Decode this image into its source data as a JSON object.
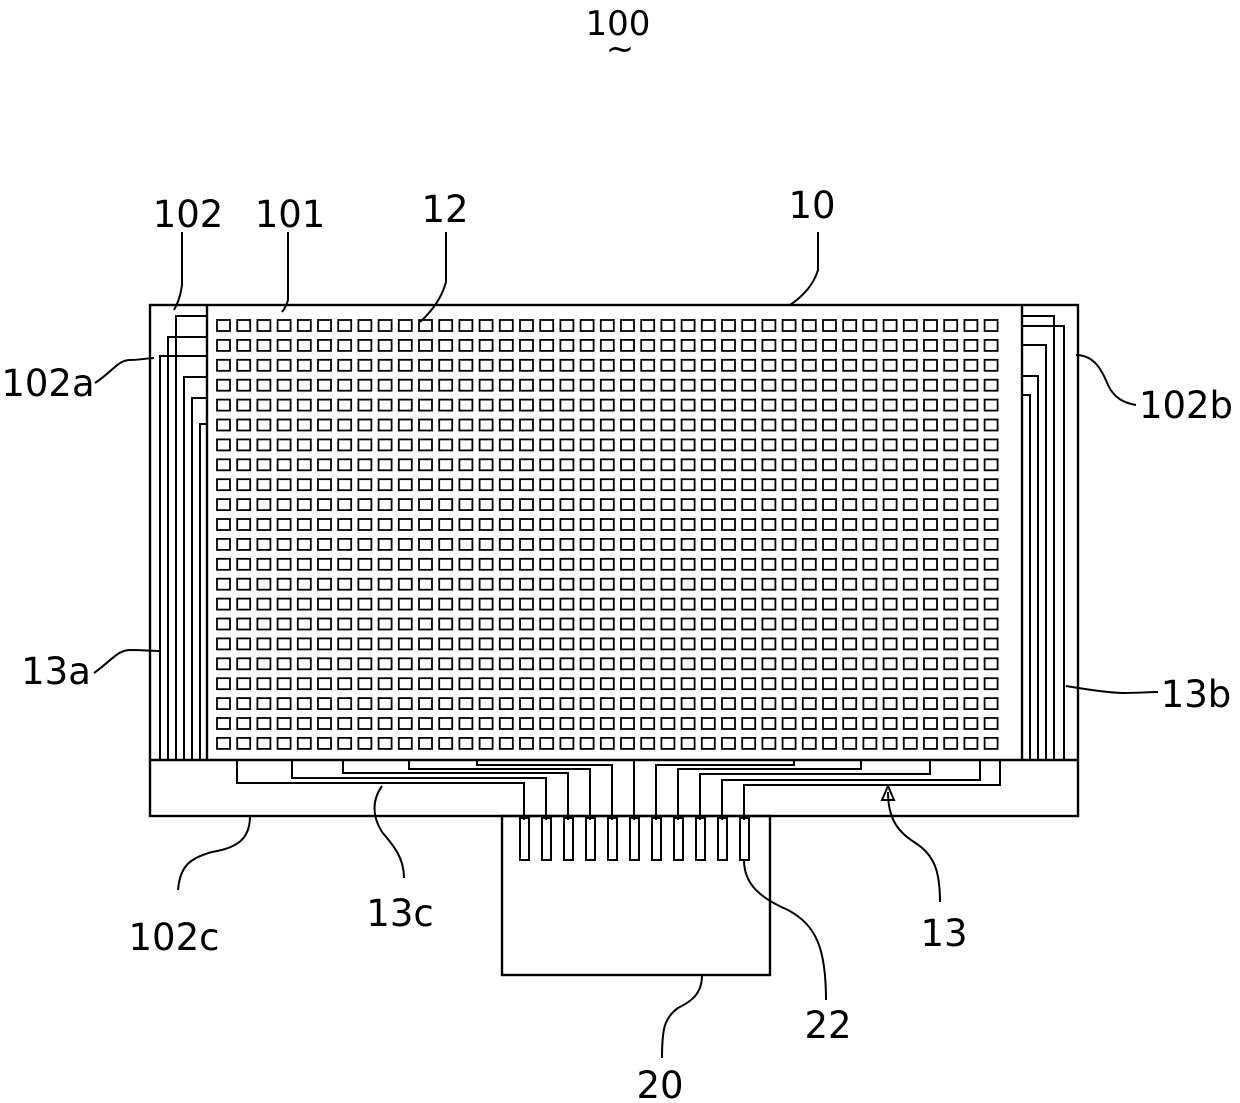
{
  "figure": {
    "title": "100",
    "title_mark": "~",
    "grid": {
      "rows": 22,
      "cols": 39
    },
    "labels": {
      "panel": "10",
      "display_area": "101",
      "border_area": "102",
      "border_left": "102a",
      "border_right": "102b",
      "border_bottom": "102c",
      "pixel": "12",
      "traces": "13",
      "traces_left": "13a",
      "traces_right": "13b",
      "traces_bottom": "13c",
      "flex_board": "20",
      "pins": "22"
    }
  }
}
